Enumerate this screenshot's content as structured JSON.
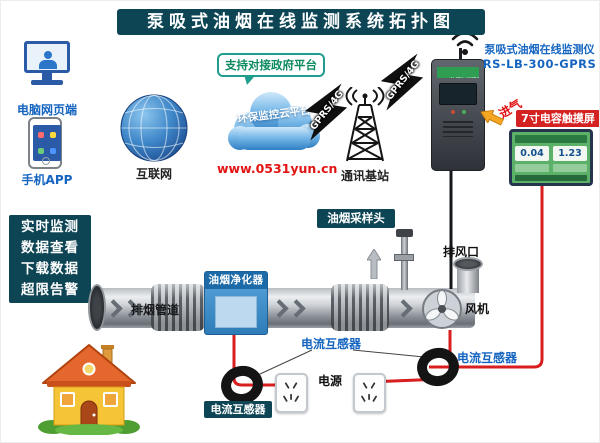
{
  "title": "泵吸式油烟在线监测系统拓扑图",
  "colors": {
    "header_teal": "#0d4555",
    "accent_blue_text": "#1565c0",
    "alert_red": "#d42222",
    "url_red": "#e31414",
    "wire_red": "#d81e1e",
    "purifier_blue": "#2e7cb8"
  },
  "clients": {
    "computer_label": "电脑网页端",
    "phone_label": "手机APP",
    "features": [
      "实时监测",
      "数据查看",
      "下载数据",
      "超限告警"
    ]
  },
  "network": {
    "internet_label": "互联网",
    "gov_bubble": "支持对接政府平台",
    "cloud_name": "环保监控云平台",
    "cloud_url": "www.0531yun.cn",
    "link1_label": "GPRS/4G",
    "link2_label": "GPRS/4G",
    "base_station_label": "通讯基站"
  },
  "monitor_device": {
    "panel_label": "油烟在线监测仪",
    "name_line1": "泵吸式油烟在线监测仪",
    "name_line2": "RS-LB-300-GPRS",
    "air_intake_label": "进气",
    "screen_label": "7寸电容触摸屏",
    "screen_values": [
      "0.04",
      "1.23"
    ]
  },
  "duct": {
    "sampling_head_label": "油烟采样头",
    "exhaust_pipe_label": "排烟管道",
    "purifier_label": "油烟净化器",
    "fan_label": "风机",
    "outlet_label": "排风口"
  },
  "power": {
    "ct_label_left": "电流互感器",
    "ct_label_mid": "电流互感器",
    "ct_label_right": "电流互感器",
    "power_label": "电源"
  }
}
